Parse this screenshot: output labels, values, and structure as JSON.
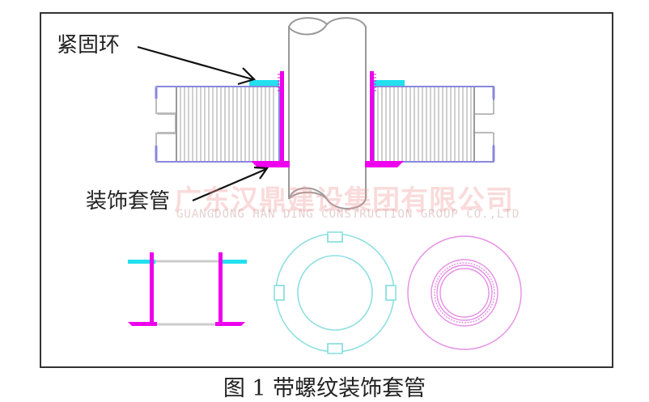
{
  "figure": {
    "caption": "图 1 带螺纹装饰套管",
    "labels": {
      "fastening_ring": "紧固环",
      "decorative_sleeve": "装饰套管"
    },
    "watermark": {
      "cn": "广东汉鼎建设集团有限公司",
      "en": "GUANGDONG HAN DING CONSTRUCTION GROUP CO.,LTD"
    },
    "colors": {
      "fastening_ring": "#22e0ee",
      "sleeve": "#ee00ee",
      "body_outline": "#8888dd",
      "thread_lines": "#aaaaaa",
      "pipe": "#999999",
      "ring_plan_view": "#8edfe0",
      "sleeve_plan_view": "#e58ee5",
      "frame": "#333333"
    },
    "views": [
      {
        "name": "section-view",
        "description": "pipe through wall with threaded sleeve"
      },
      {
        "name": "side-view",
        "description": "sleeve with fastening rings"
      },
      {
        "name": "ring-plan-view",
        "description": "fastening ring with 4 notches"
      },
      {
        "name": "sleeve-plan-view",
        "description": "threaded decorative sleeve flange"
      }
    ]
  }
}
